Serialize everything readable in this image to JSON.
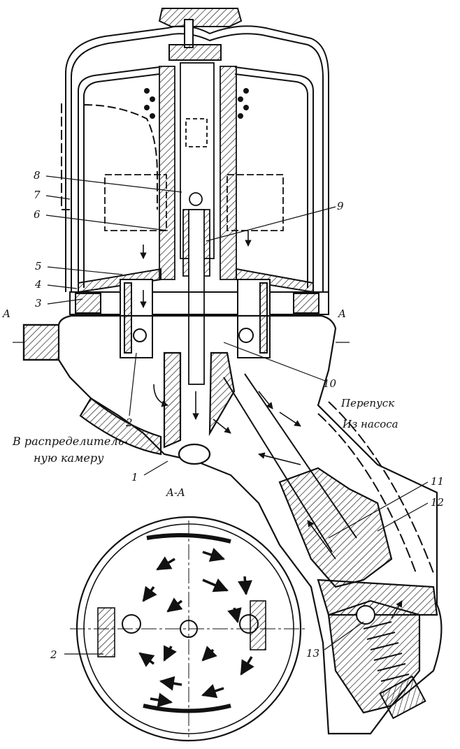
{
  "labels": {
    "l1": "1",
    "l2": "2",
    "l2b": "2",
    "l3": "3",
    "l4": "4",
    "l5": "5",
    "l6": "6",
    "l7": "7",
    "l8": "8",
    "l9": "9",
    "l10": "10",
    "l11": "11",
    "l12": "12",
    "l13": "13",
    "section_left": "A",
    "section_right": "A",
    "section_view": "A-A",
    "bypass": "Перепуск",
    "from_pump": "Из насоса",
    "to_chamber_line1": "В распределитель-",
    "to_chamber_line2": "ную камеру"
  }
}
